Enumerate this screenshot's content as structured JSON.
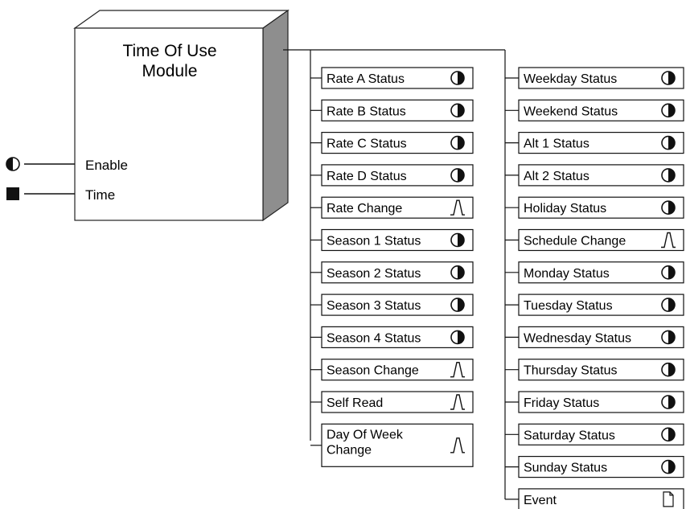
{
  "module": {
    "title_line1": "Time Of Use",
    "title_line2": "Module"
  },
  "inputs": [
    {
      "label": "Enable",
      "icon": "half-circle-icon"
    },
    {
      "label": "Time",
      "icon": "filled-square-icon"
    }
  ],
  "outputs_left": [
    {
      "label": "Rate A Status",
      "icon": "half-circle-icon"
    },
    {
      "label": "Rate B Status",
      "icon": "half-circle-icon"
    },
    {
      "label": "Rate C Status",
      "icon": "half-circle-icon"
    },
    {
      "label": "Rate D Status",
      "icon": "half-circle-icon"
    },
    {
      "label": "Rate Change",
      "icon": "pulse-icon"
    },
    {
      "label": "Season 1 Status",
      "icon": "half-circle-icon"
    },
    {
      "label": "Season 2 Status",
      "icon": "half-circle-icon"
    },
    {
      "label": "Season 3 Status",
      "icon": "half-circle-icon"
    },
    {
      "label": "Season 4 Status",
      "icon": "half-circle-icon"
    },
    {
      "label": "Season Change",
      "icon": "pulse-icon"
    },
    {
      "label": "Self Read",
      "icon": "pulse-icon"
    },
    {
      "label": "Day Of Week Change",
      "lines": [
        "Day Of Week",
        "Change"
      ],
      "icon": "pulse-icon"
    }
  ],
  "outputs_right": [
    {
      "label": "Weekday Status",
      "icon": "half-circle-icon"
    },
    {
      "label": "Weekend Status",
      "icon": "half-circle-icon"
    },
    {
      "label": "Alt 1 Status",
      "icon": "half-circle-icon"
    },
    {
      "label": "Alt 2 Status",
      "icon": "half-circle-icon"
    },
    {
      "label": "Holiday Status",
      "icon": "half-circle-icon"
    },
    {
      "label": "Schedule Change",
      "icon": "pulse-icon"
    },
    {
      "label": "Monday Status",
      "icon": "half-circle-icon"
    },
    {
      "label": "Tuesday Status",
      "icon": "half-circle-icon"
    },
    {
      "label": "Wednesday Status",
      "icon": "half-circle-icon"
    },
    {
      "label": "Thursday Status",
      "icon": "half-circle-icon"
    },
    {
      "label": "Friday Status",
      "icon": "half-circle-icon"
    },
    {
      "label": "Saturday Status",
      "icon": "half-circle-icon"
    },
    {
      "label": "Sunday Status",
      "icon": "half-circle-icon"
    },
    {
      "label": "Event",
      "icon": "document-icon"
    }
  ]
}
